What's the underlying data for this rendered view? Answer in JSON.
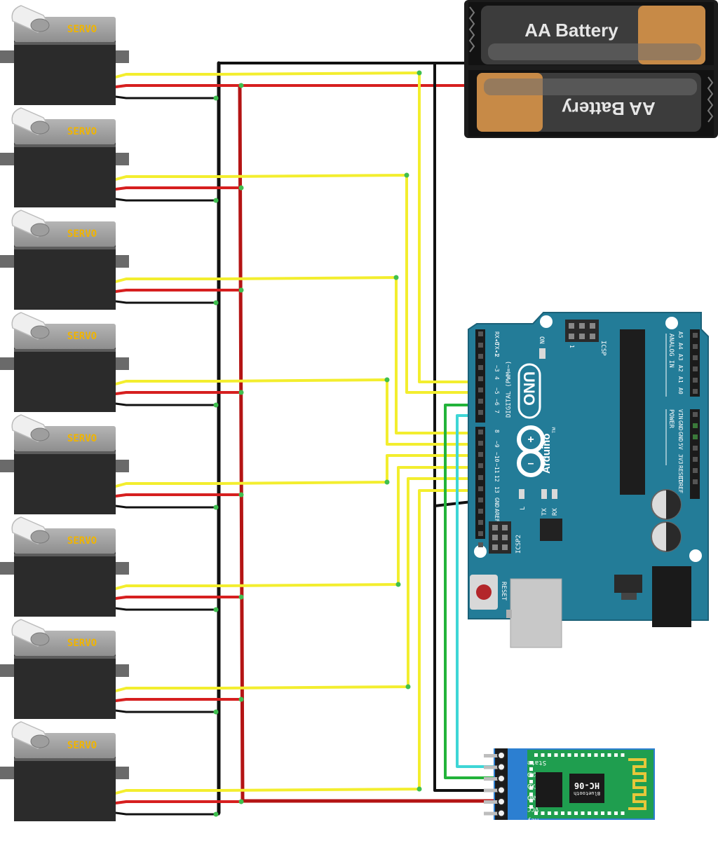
{
  "servo": {
    "label": "SERVO",
    "count": 8,
    "body_color": "#2b2b2b",
    "cap_color": "#9a9a9a",
    "label_color": "#f0b400"
  },
  "battery": {
    "label_top": "AA Battery",
    "label_bottom": "AA Battery",
    "case_color": "#1e1e1e",
    "cell_color": "#444444",
    "copper_color": "#c78a47"
  },
  "arduino": {
    "brand": "Arduino",
    "model": "UNO",
    "tm": "TM",
    "on_label": "ON",
    "icsp_label": "ICSP",
    "icsp_pin1": "1",
    "icsp2_label": "ICSP2",
    "reset_label": "RESET",
    "digital_label": "DIGITAL (PWM=~)",
    "analog_label": "ANALOG IN",
    "power_label": "POWER",
    "led_l": "L",
    "led_tx": "TX",
    "led_rx": "RX",
    "digital_pins": [
      "RX◂0",
      "TX◂1",
      "2",
      "~3",
      "4",
      "~5",
      "~6",
      "7",
      "8",
      "~9",
      "~10",
      "~11",
      "12",
      "13",
      "GND",
      "AREF"
    ],
    "power_pins": [
      "VIN",
      "GND",
      "GND",
      "5V",
      "3V3",
      "RESET",
      "IOREF"
    ],
    "analog_pins": [
      "A5",
      "A4",
      "A3",
      "A2",
      "A1",
      "A0"
    ],
    "board_color": "#237c98"
  },
  "bluetooth": {
    "chip_label": "HC-06",
    "chip_sub": "Bluetooth",
    "pins": [
      "State",
      "RXD",
      "TXD",
      "GND",
      "VCC",
      "Key"
    ],
    "board_color": "#1f9e4f"
  },
  "wires": {
    "signal": "#f3ee2e",
    "power": "#d61f1f",
    "power_bus": "#b41414",
    "ground": "#111111",
    "tx_line": "#22b33a",
    "rx_line": "#3ed6d6"
  }
}
